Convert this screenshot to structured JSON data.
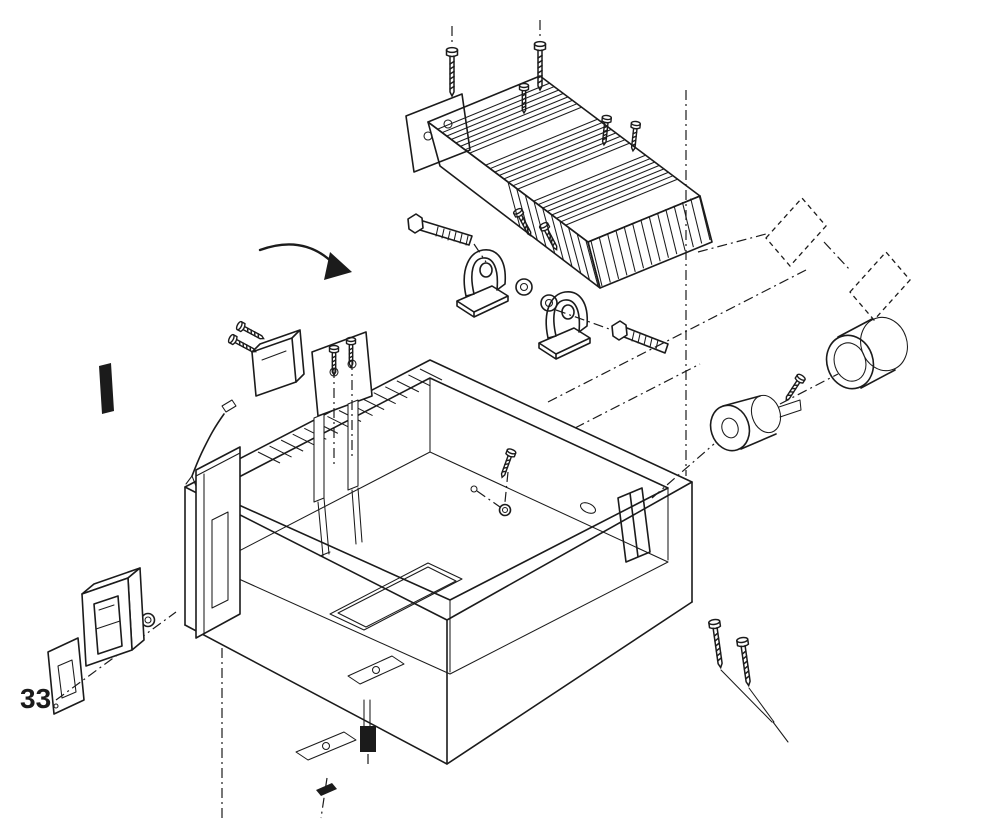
{
  "diagram": {
    "callout_label": "33",
    "colors": {
      "line": "#1b1b1b",
      "background": "#ffffff"
    },
    "parts": [
      "finned-top-cover",
      "left-mounting-plate",
      "machine-screws",
      "hinge-bolts",
      "pivot-brackets",
      "washers",
      "alignment-plates",
      "adapter-ring",
      "motor-unit",
      "rotation-arrow",
      "terminal-bracket",
      "lead-wire",
      "position-marker",
      "main-housing",
      "vent-ribs",
      "floor-recess",
      "corner-fasteners",
      "base-fastener",
      "cover-plate",
      "power-switch",
      "switch-mounting-plate"
    ]
  }
}
